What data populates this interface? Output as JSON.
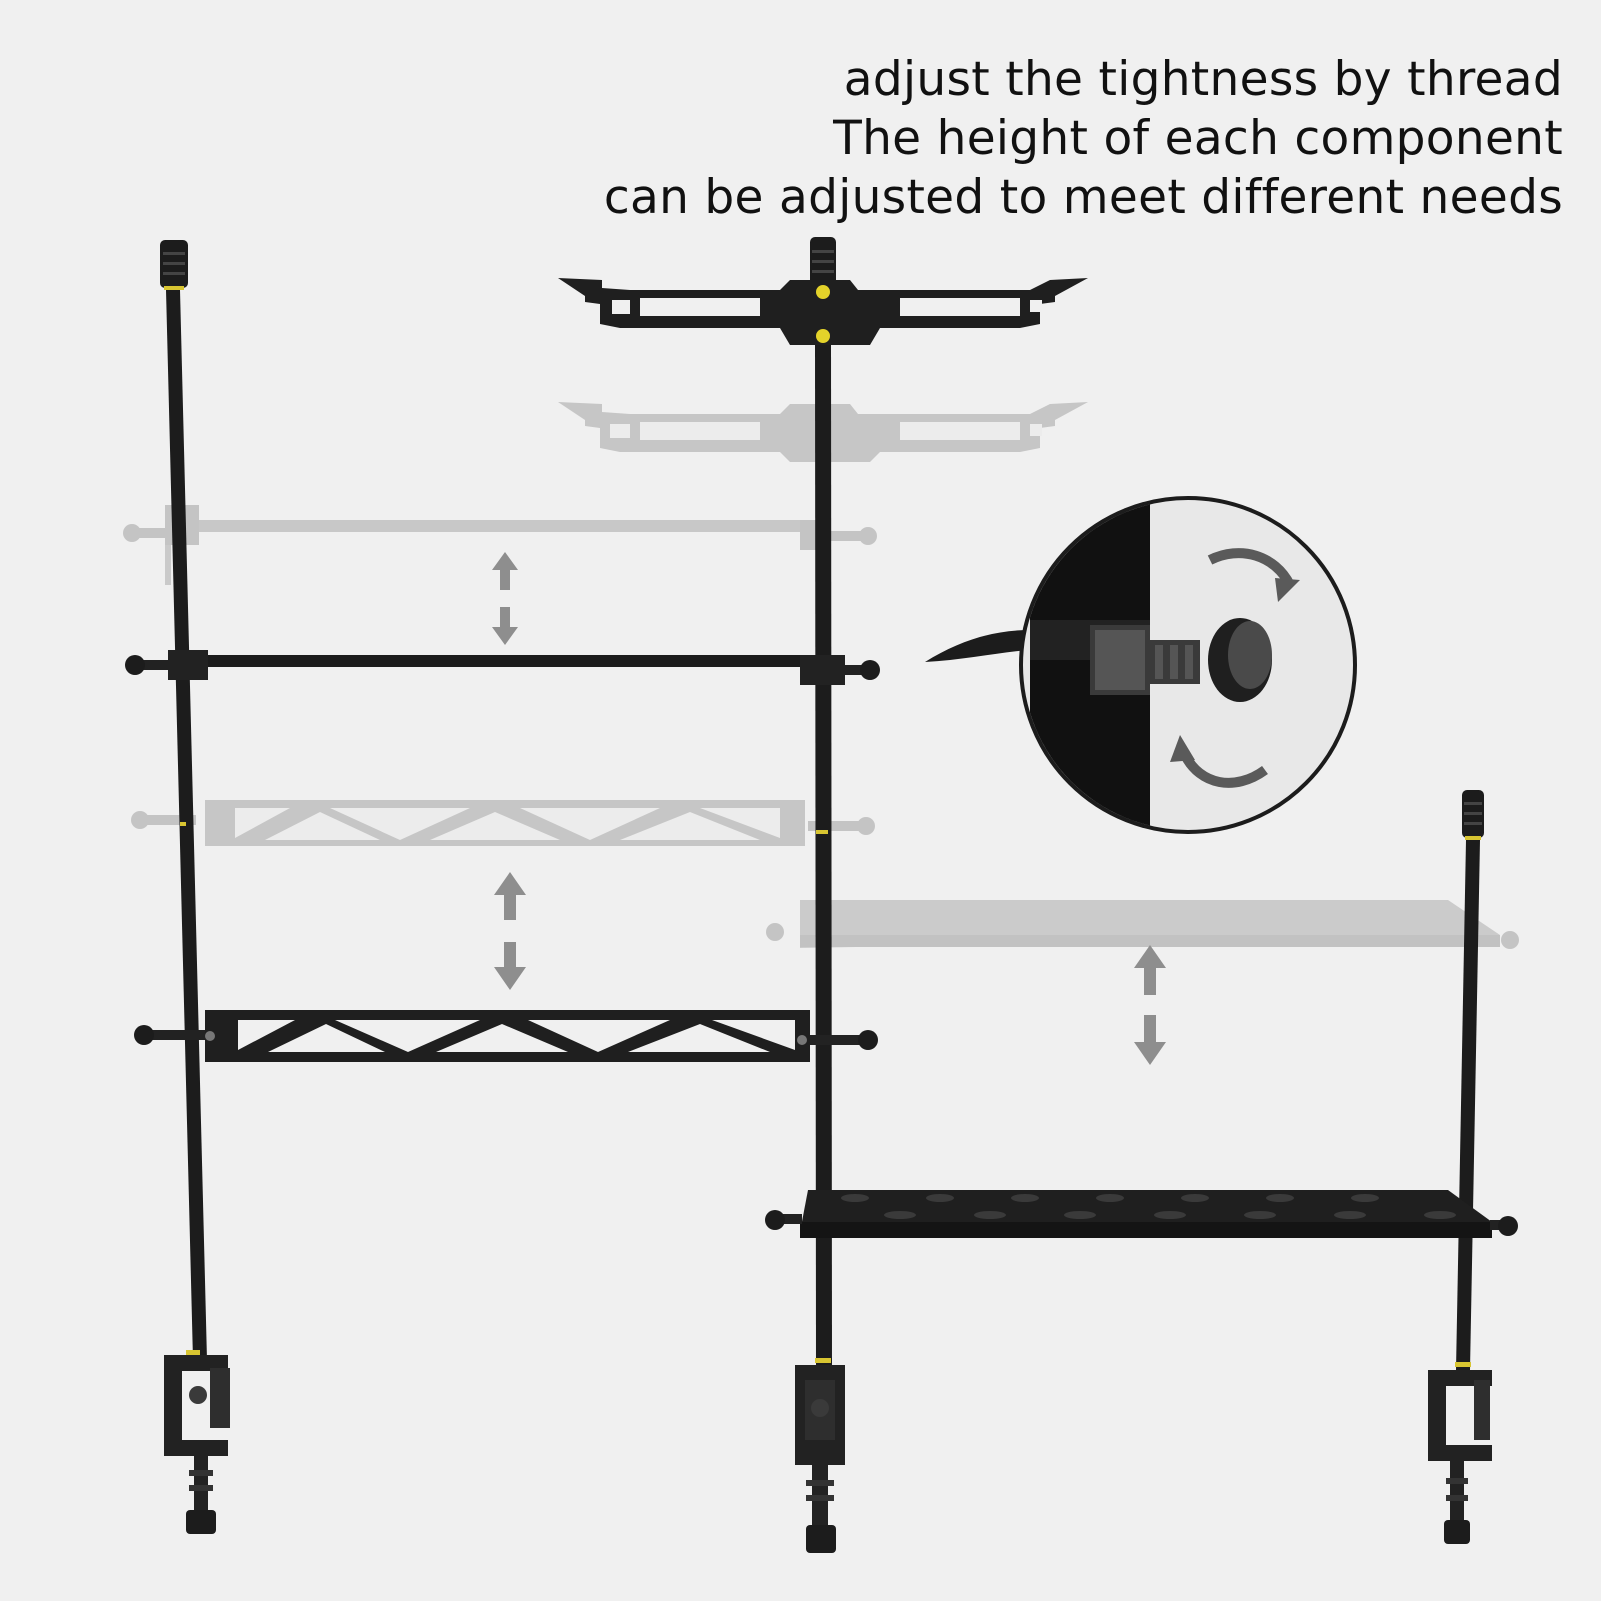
{
  "caption": {
    "line1": "adjust the tightness by thread",
    "line2": "The height of each component",
    "line3": "can be adjusted to meet different needs"
  },
  "colors": {
    "background": "#f0f0f0",
    "metal": "#1c1c1c",
    "ghost": "#c4c4c4",
    "arrow": "#8e8e8e",
    "accent": "#d8c531"
  }
}
